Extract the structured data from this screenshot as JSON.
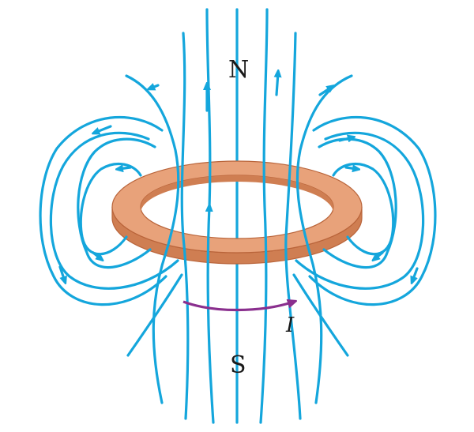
{
  "diagram": {
    "labels": {
      "north": "N",
      "south": "S",
      "current": "I"
    },
    "colors": {
      "field_lines": "#14a6dc",
      "ring_top": "#e8a27a",
      "ring_side": "#cf7e52",
      "ring_edge": "#b9643a",
      "current_arrow": "#8a2f8e",
      "text": "#1a1a1a"
    },
    "icons": {
      "arrow": "triangle-arrowhead"
    }
  }
}
